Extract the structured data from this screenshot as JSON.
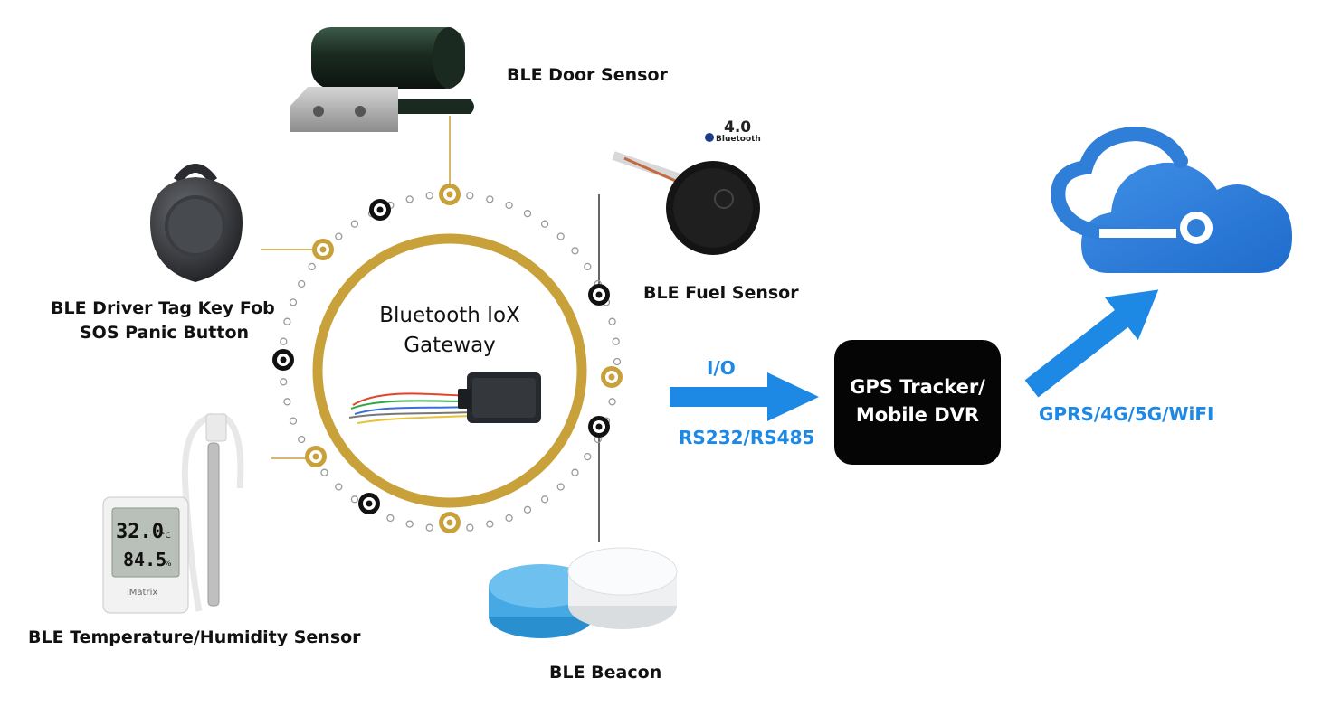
{
  "sensors": {
    "door": {
      "label": "BLE Door Sensor"
    },
    "fuel": {
      "label": "BLE Fuel Sensor"
    },
    "keyfob": {
      "line1": "BLE Driver Tag Key Fob",
      "line2": "SOS Panic Button"
    },
    "temp": {
      "label": "BLE Temperature/Humidity Sensor",
      "reading_top": "32.0",
      "reading_top_unit": "°C",
      "reading_bottom": "84.5",
      "reading_bottom_unit": "%",
      "brand": "iMatrix"
    },
    "beacon": {
      "label": "BLE Beacon"
    },
    "bluetooth_badge": {
      "version": "4.0",
      "word": "Bluetooth"
    }
  },
  "gateway": {
    "line1": "Bluetooth IoX",
    "line2": "Gateway"
  },
  "interface": {
    "top": "I/O",
    "bottom": "RS232/RS485"
  },
  "tracker": {
    "line1": "GPS Tracker/",
    "line2": "Mobile DVR"
  },
  "uplink": {
    "label": "GPRS/4G/5G/WiFI"
  },
  "colors": {
    "gold": "#c9a13a",
    "arrow_blue": "#1e88e5",
    "cloud_blue": "#2f7fd9",
    "dark": "#111111"
  }
}
